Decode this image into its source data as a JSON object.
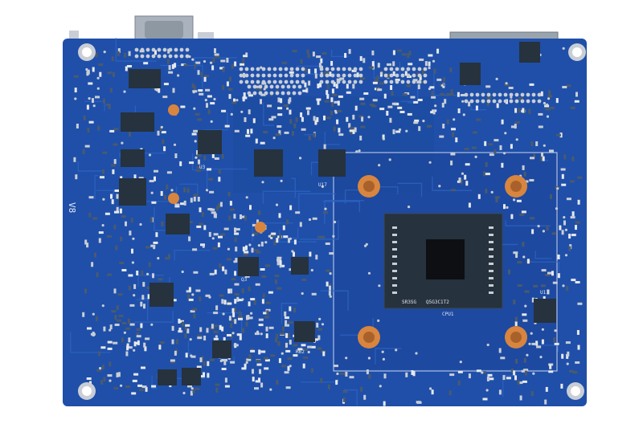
{
  "board": {
    "colors": {
      "pcb": "#1f4fa8",
      "pcb_dark": "#173f8c",
      "trace": "#2c63c2",
      "copper_pad": "#d7853f",
      "chip": "#26323d",
      "chip_die": "#0d0f12",
      "silkscreen": "#dfe6f5",
      "solder_pad": "#c9ced6",
      "connector_metal": "#aab3bd"
    },
    "labels": {
      "cpu": "CPU1",
      "cpu_code": "Q5G3C1T2",
      "cpu_sub": "SR3SG",
      "u_left": "U3",
      "u_mid": "U17",
      "u_right": "U11",
      "side_mark": "V8",
      "q_mark": "Q3",
      "r_mark": "R62"
    }
  }
}
